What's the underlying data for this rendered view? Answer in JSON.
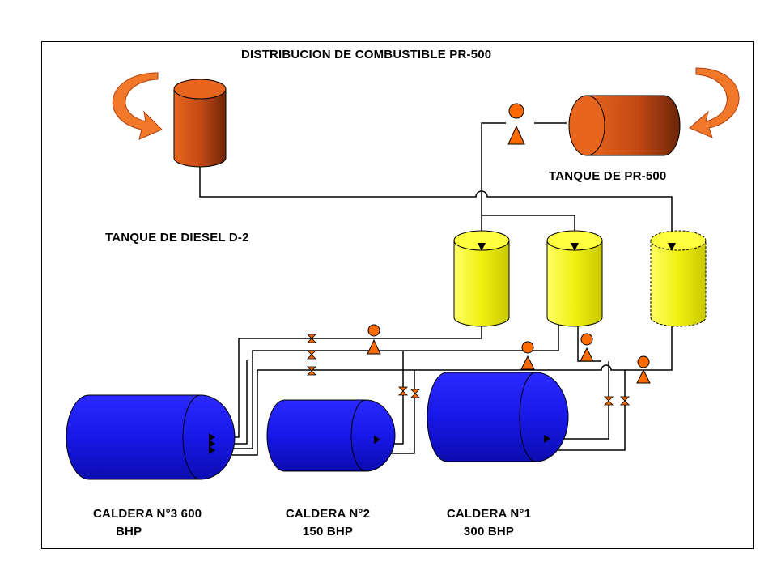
{
  "title": "DISTRIBUCION DE COMBUSTIBLE PR-500",
  "tanks": {
    "diesel": "TANQUE DE DIESEL D-2",
    "pr500": "TANQUE DE PR-500"
  },
  "boilers": [
    {
      "line1": "CALDERA N°3  600",
      "line2": "BHP"
    },
    {
      "line1": "CALDERA N°2",
      "line2": "150 BHP"
    },
    {
      "line1": "CALDERA N°1",
      "line2": "300 BHP"
    }
  ],
  "colors": {
    "tank_orange": "#d2541a",
    "tank_orange_dark": "#7a2a0c",
    "day_tank_yellow": "#f2f21a",
    "boiler_blue": "#1a1af0",
    "pump_orange": "#ff6a00",
    "arrow_orange": "#f07828",
    "line": "#000000"
  },
  "icons": [
    "rotate-arrow-icon",
    "pump-icon",
    "valve-icon",
    "flow-arrow-icon"
  ]
}
